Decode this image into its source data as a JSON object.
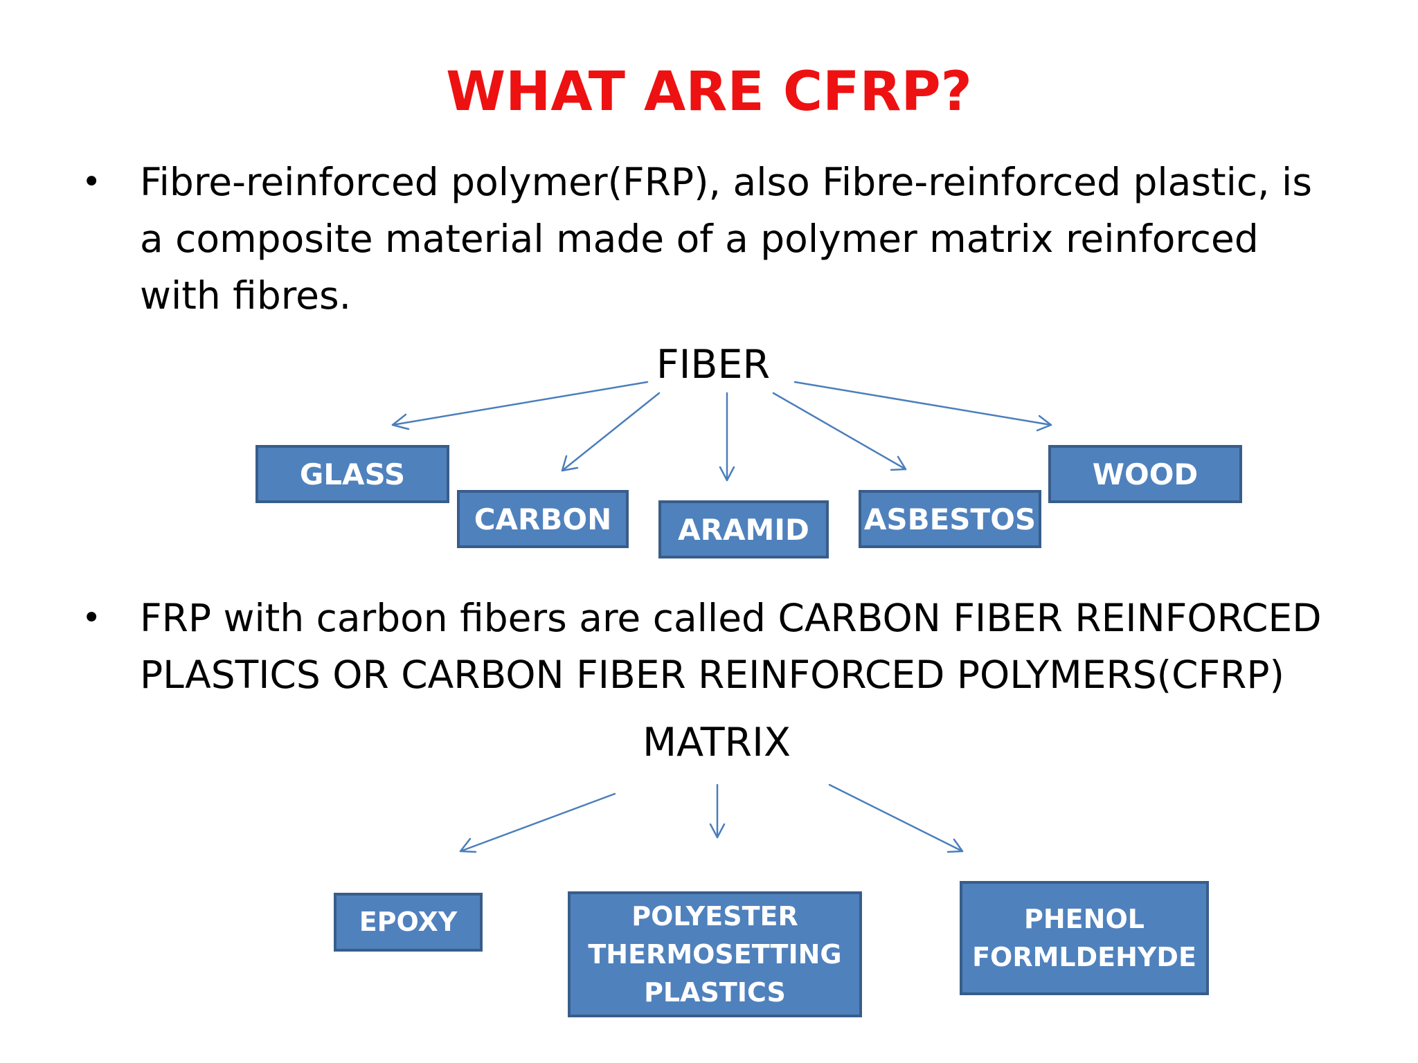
{
  "title": "WHAT ARE CFRP?",
  "bullets": [
    {
      "lines": [
        "Fibre-reinforced polymer(FRP), also Fibre-reinforced plastic, is",
        "a composite material made of a polymer matrix reinforced",
        "with fibres."
      ]
    },
    {
      "lines": [
        "FRP with carbon fibers are called CARBON FIBER REINFORCED",
        "PLASTICS OR CARBON FIBER REINFORCED POLYMERS(CFRP)"
      ]
    }
  ],
  "bullet_symbol": "•",
  "fiber": {
    "label": "FIBER",
    "types": [
      "GLASS",
      "CARBON",
      "ARAMID",
      "ASBESTOS",
      "WOOD"
    ]
  },
  "matrix": {
    "label": "MATRIX",
    "types": [
      {
        "lines": [
          "EPOXY"
        ]
      },
      {
        "lines": [
          "POLYESTER",
          "THERMOSETTING",
          "PLASTICS"
        ]
      },
      {
        "lines": [
          "PHENOL",
          "FORMLDEHYDE"
        ]
      }
    ]
  },
  "colors": {
    "title": "#ee1111",
    "box_fill": "#4f81bd",
    "box_border": "#385d8a",
    "arrow": "#4a7ebb"
  }
}
